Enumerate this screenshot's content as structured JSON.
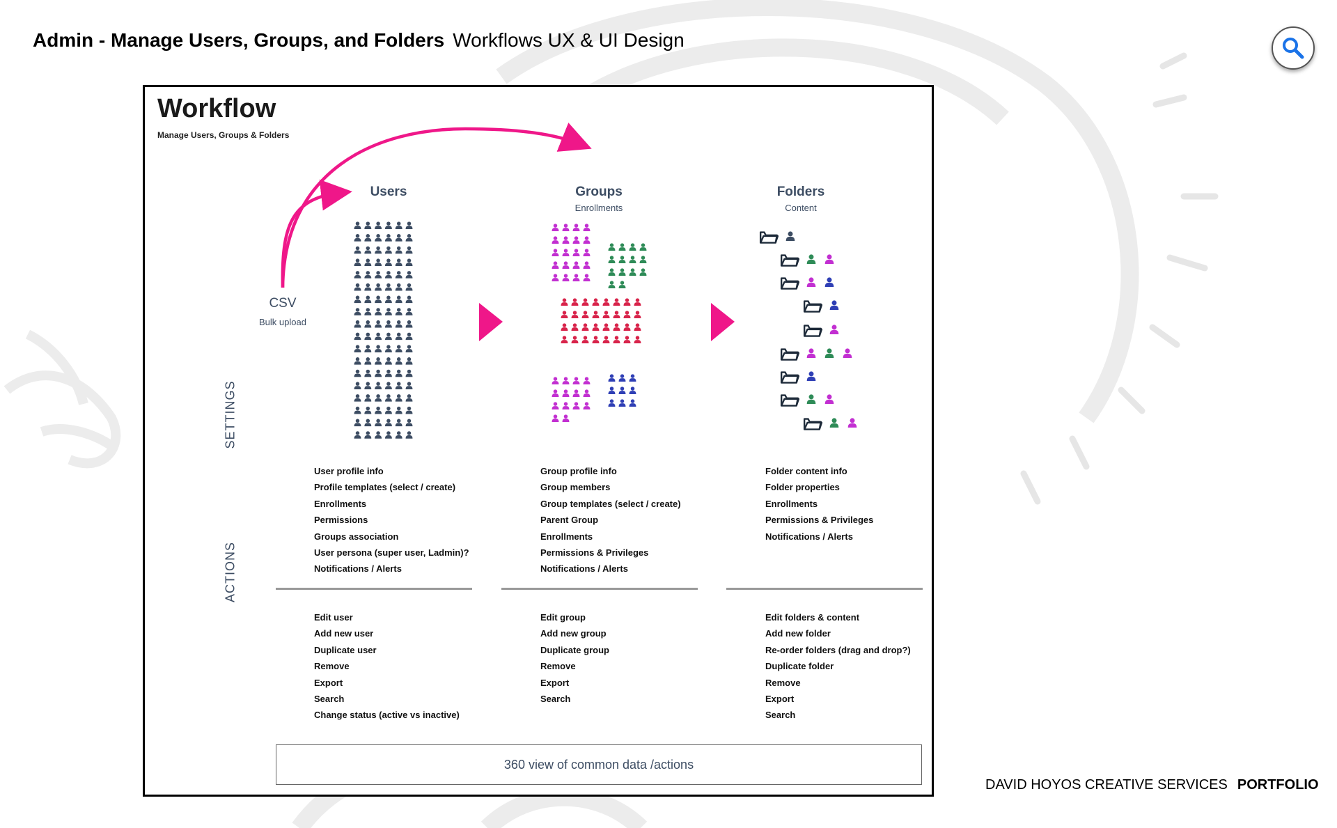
{
  "header": {
    "title_bold": "Admin - Manage Users, Groups, and Folders",
    "title_light": "Workflows UX & UI Design"
  },
  "footer": {
    "studio": "DAVID HOYOS CREATIVE SERVICES",
    "portfolio": "PORTFOLIO"
  },
  "icons": {
    "search": "search-icon",
    "person": "person-icon",
    "folder": "folder-icon",
    "arrow": "play-arrow-icon"
  },
  "colors": {
    "accent": "#ef1789",
    "user": "#3d4d63",
    "group_purple": "#c22fd1",
    "group_green": "#2e8b57",
    "group_red": "#d8234a",
    "group_blue": "#2f3fb5",
    "heading": "#3d4d63"
  },
  "workflow": {
    "title": "Workflow",
    "subtitle": "Manage Users, Groups & Folders",
    "csv": {
      "label": "CSV",
      "sub": "Bulk upload"
    },
    "columns": [
      {
        "name": "Users",
        "sub": "",
        "settings": [
          "User profile info",
          "Profile templates (select / create)",
          "Enrollments",
          "Permissions",
          "Groups association",
          "User persona (super user, Ladmin)?",
          "Notifications / Alerts"
        ],
        "actions": [
          "Edit user",
          "Add new user",
          "Duplicate user",
          "Remove",
          "Export",
          "Search",
          "Change status (active vs inactive)"
        ]
      },
      {
        "name": "Groups",
        "sub": "Enrollments",
        "settings": [
          "Group profile info",
          "Group members",
          "Group templates (select / create)",
          "Parent Group",
          "Enrollments",
          "Permissions & Privileges",
          "Notifications / Alerts"
        ],
        "actions": [
          "Edit group",
          "Add new group",
          "Duplicate group",
          "Remove",
          "Export",
          "Search"
        ]
      },
      {
        "name": "Folders",
        "sub": "Content",
        "settings": [
          "Folder content info",
          "Folder properties",
          "Enrollments",
          "Permissions & Privileges",
          "Notifications / Alerts"
        ],
        "actions": [
          "Edit folders & content",
          "Add new folder",
          "Re-order folders (drag and drop?)",
          "Duplicate folder",
          "Remove",
          "Export",
          "Search"
        ]
      }
    ],
    "settings_label": "SETTINGS",
    "actions_label": "ACTIONS",
    "band": "360 view of common data /actions"
  }
}
